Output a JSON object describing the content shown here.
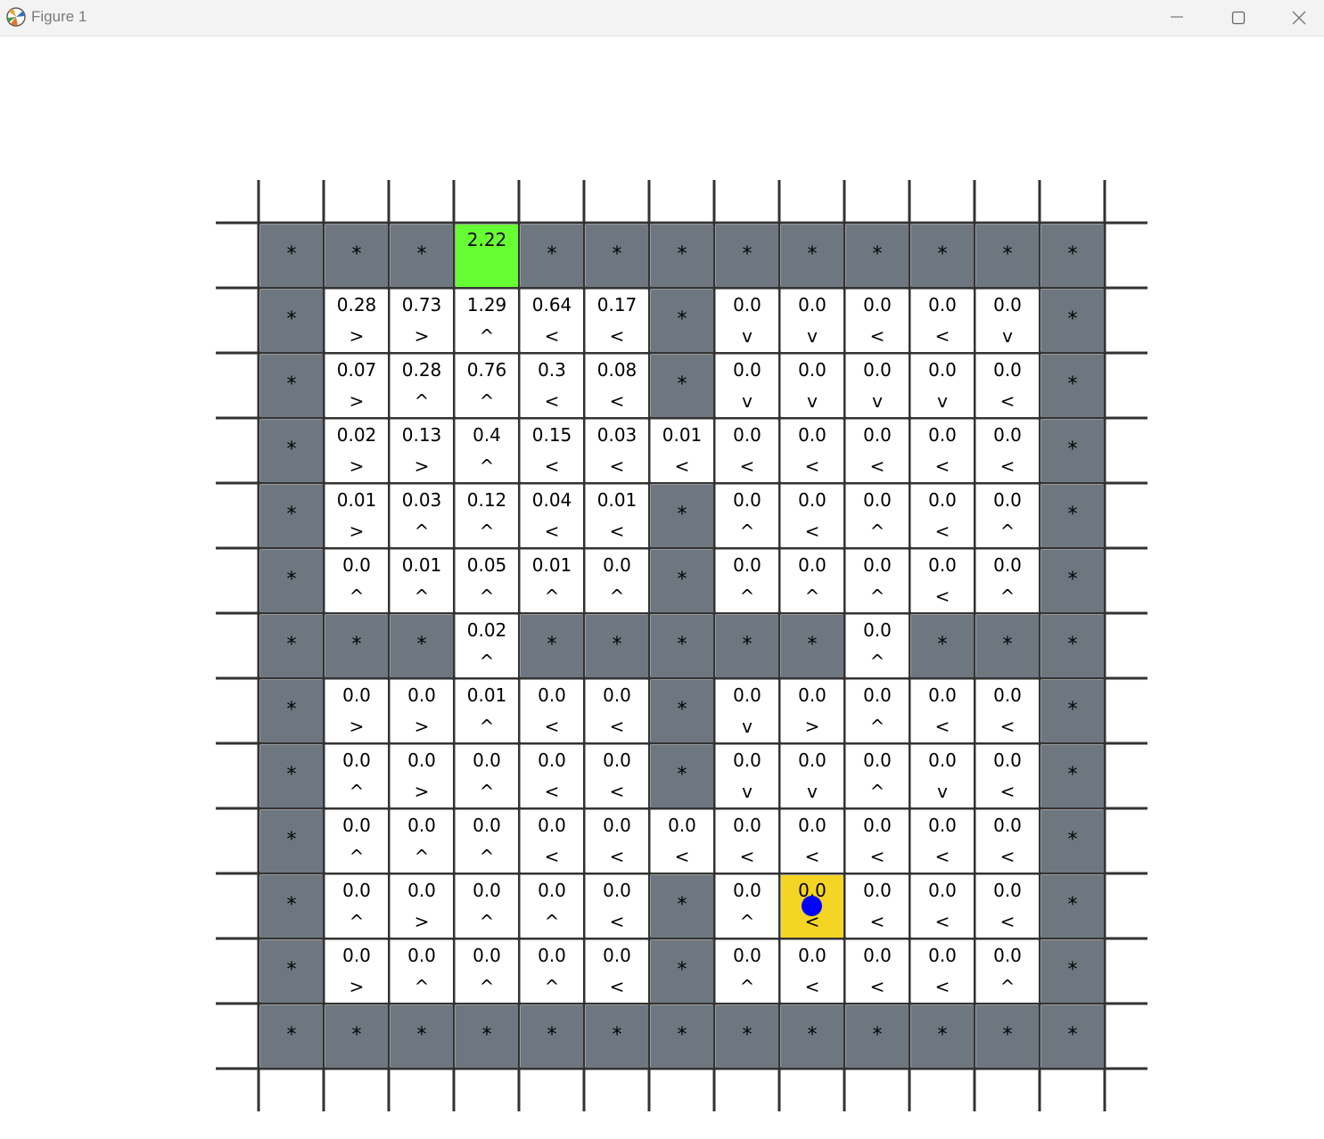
{
  "window": {
    "title": "Figure 1"
  },
  "icons": {
    "app": "matplotlib-icon",
    "minimize": "minimize-icon",
    "maximize": "maximize-icon",
    "close": "close-icon"
  },
  "colors": {
    "wall": "#6e7780",
    "goal": "#66ff33",
    "current": "#f5d523",
    "agent": "#0000ff",
    "grid_line": "#333333",
    "empty": "#ffffff"
  },
  "grid": {
    "rows": 13,
    "cols": 13,
    "agent": {
      "row": 10,
      "col": 8
    },
    "cells": [
      [
        {
          "t": "wall"
        },
        {
          "t": "wall"
        },
        {
          "t": "wall"
        },
        {
          "t": "goal",
          "v": "2.22"
        },
        {
          "t": "wall"
        },
        {
          "t": "wall"
        },
        {
          "t": "wall"
        },
        {
          "t": "wall"
        },
        {
          "t": "wall"
        },
        {
          "t": "wall"
        },
        {
          "t": "wall"
        },
        {
          "t": "wall"
        },
        {
          "t": "wall"
        }
      ],
      [
        {
          "t": "wall"
        },
        {
          "v": "0.28",
          "p": ">"
        },
        {
          "v": "0.73",
          "p": ">"
        },
        {
          "v": "1.29",
          "p": "^"
        },
        {
          "v": "0.64",
          "p": "<"
        },
        {
          "v": "0.17",
          "p": "<"
        },
        {
          "t": "wall"
        },
        {
          "v": "0.0",
          "p": "v"
        },
        {
          "v": "0.0",
          "p": "v"
        },
        {
          "v": "0.0",
          "p": "<"
        },
        {
          "v": "0.0",
          "p": "<"
        },
        {
          "v": "0.0",
          "p": "v"
        },
        {
          "t": "wall"
        }
      ],
      [
        {
          "t": "wall"
        },
        {
          "v": "0.07",
          "p": ">"
        },
        {
          "v": "0.28",
          "p": "^"
        },
        {
          "v": "0.76",
          "p": "^"
        },
        {
          "v": "0.3",
          "p": "<"
        },
        {
          "v": "0.08",
          "p": "<"
        },
        {
          "t": "wall"
        },
        {
          "v": "0.0",
          "p": "v"
        },
        {
          "v": "0.0",
          "p": "v"
        },
        {
          "v": "0.0",
          "p": "v"
        },
        {
          "v": "0.0",
          "p": "v"
        },
        {
          "v": "0.0",
          "p": "<"
        },
        {
          "t": "wall"
        }
      ],
      [
        {
          "t": "wall"
        },
        {
          "v": "0.02",
          "p": ">"
        },
        {
          "v": "0.13",
          "p": ">"
        },
        {
          "v": "0.4",
          "p": "^"
        },
        {
          "v": "0.15",
          "p": "<"
        },
        {
          "v": "0.03",
          "p": "<"
        },
        {
          "v": "0.01",
          "p": "<"
        },
        {
          "v": "0.0",
          "p": "<"
        },
        {
          "v": "0.0",
          "p": "<"
        },
        {
          "v": "0.0",
          "p": "<"
        },
        {
          "v": "0.0",
          "p": "<"
        },
        {
          "v": "0.0",
          "p": "<"
        },
        {
          "t": "wall"
        }
      ],
      [
        {
          "t": "wall"
        },
        {
          "v": "0.01",
          "p": ">"
        },
        {
          "v": "0.03",
          "p": "^"
        },
        {
          "v": "0.12",
          "p": "^"
        },
        {
          "v": "0.04",
          "p": "<"
        },
        {
          "v": "0.01",
          "p": "<"
        },
        {
          "t": "wall"
        },
        {
          "v": "0.0",
          "p": "^"
        },
        {
          "v": "0.0",
          "p": "<"
        },
        {
          "v": "0.0",
          "p": "^"
        },
        {
          "v": "0.0",
          "p": "<"
        },
        {
          "v": "0.0",
          "p": "^"
        },
        {
          "t": "wall"
        }
      ],
      [
        {
          "t": "wall"
        },
        {
          "v": "0.0",
          "p": "^"
        },
        {
          "v": "0.01",
          "p": "^"
        },
        {
          "v": "0.05",
          "p": "^"
        },
        {
          "v": "0.01",
          "p": "^"
        },
        {
          "v": "0.0",
          "p": "^"
        },
        {
          "t": "wall"
        },
        {
          "v": "0.0",
          "p": "^"
        },
        {
          "v": "0.0",
          "p": "^"
        },
        {
          "v": "0.0",
          "p": "^"
        },
        {
          "v": "0.0",
          "p": "<"
        },
        {
          "v": "0.0",
          "p": "^"
        },
        {
          "t": "wall"
        }
      ],
      [
        {
          "t": "wall"
        },
        {
          "t": "wall"
        },
        {
          "t": "wall"
        },
        {
          "v": "0.02",
          "p": "^"
        },
        {
          "t": "wall"
        },
        {
          "t": "wall"
        },
        {
          "t": "wall"
        },
        {
          "t": "wall"
        },
        {
          "t": "wall"
        },
        {
          "v": "0.0",
          "p": "^"
        },
        {
          "t": "wall"
        },
        {
          "t": "wall"
        },
        {
          "t": "wall"
        }
      ],
      [
        {
          "t": "wall"
        },
        {
          "v": "0.0",
          "p": ">"
        },
        {
          "v": "0.0",
          "p": ">"
        },
        {
          "v": "0.01",
          "p": "^"
        },
        {
          "v": "0.0",
          "p": "<"
        },
        {
          "v": "0.0",
          "p": "<"
        },
        {
          "t": "wall"
        },
        {
          "v": "0.0",
          "p": "v"
        },
        {
          "v": "0.0",
          "p": ">"
        },
        {
          "v": "0.0",
          "p": "^"
        },
        {
          "v": "0.0",
          "p": "<"
        },
        {
          "v": "0.0",
          "p": "<"
        },
        {
          "t": "wall"
        }
      ],
      [
        {
          "t": "wall"
        },
        {
          "v": "0.0",
          "p": "^"
        },
        {
          "v": "0.0",
          "p": ">"
        },
        {
          "v": "0.0",
          "p": "^"
        },
        {
          "v": "0.0",
          "p": "<"
        },
        {
          "v": "0.0",
          "p": "<"
        },
        {
          "t": "wall"
        },
        {
          "v": "0.0",
          "p": "v"
        },
        {
          "v": "0.0",
          "p": "v"
        },
        {
          "v": "0.0",
          "p": "^"
        },
        {
          "v": "0.0",
          "p": "v"
        },
        {
          "v": "0.0",
          "p": "<"
        },
        {
          "t": "wall"
        }
      ],
      [
        {
          "t": "wall"
        },
        {
          "v": "0.0",
          "p": "^"
        },
        {
          "v": "0.0",
          "p": "^"
        },
        {
          "v": "0.0",
          "p": "^"
        },
        {
          "v": "0.0",
          "p": "<"
        },
        {
          "v": "0.0",
          "p": "<"
        },
        {
          "v": "0.0",
          "p": "<"
        },
        {
          "v": "0.0",
          "p": "<"
        },
        {
          "v": "0.0",
          "p": "<"
        },
        {
          "v": "0.0",
          "p": "<"
        },
        {
          "v": "0.0",
          "p": "<"
        },
        {
          "v": "0.0",
          "p": "<"
        },
        {
          "t": "wall"
        }
      ],
      [
        {
          "t": "wall"
        },
        {
          "v": "0.0",
          "p": "^"
        },
        {
          "v": "0.0",
          "p": ">"
        },
        {
          "v": "0.0",
          "p": "^"
        },
        {
          "v": "0.0",
          "p": "^"
        },
        {
          "v": "0.0",
          "p": "<"
        },
        {
          "t": "wall"
        },
        {
          "v": "0.0",
          "p": "^"
        },
        {
          "t": "current",
          "v": "0.0",
          "p": "<"
        },
        {
          "v": "0.0",
          "p": "<"
        },
        {
          "v": "0.0",
          "p": "<"
        },
        {
          "v": "0.0",
          "p": "<"
        },
        {
          "t": "wall"
        }
      ],
      [
        {
          "t": "wall"
        },
        {
          "v": "0.0",
          "p": ">"
        },
        {
          "v": "0.0",
          "p": "^"
        },
        {
          "v": "0.0",
          "p": "^"
        },
        {
          "v": "0.0",
          "p": "^"
        },
        {
          "v": "0.0",
          "p": "<"
        },
        {
          "t": "wall"
        },
        {
          "v": "0.0",
          "p": "^"
        },
        {
          "v": "0.0",
          "p": "<"
        },
        {
          "v": "0.0",
          "p": "<"
        },
        {
          "v": "0.0",
          "p": "<"
        },
        {
          "v": "0.0",
          "p": "^"
        },
        {
          "t": "wall"
        }
      ],
      [
        {
          "t": "wall"
        },
        {
          "t": "wall"
        },
        {
          "t": "wall"
        },
        {
          "t": "wall"
        },
        {
          "t": "wall"
        },
        {
          "t": "wall"
        },
        {
          "t": "wall"
        },
        {
          "t": "wall"
        },
        {
          "t": "wall"
        },
        {
          "t": "wall"
        },
        {
          "t": "wall"
        },
        {
          "t": "wall"
        },
        {
          "t": "wall"
        }
      ]
    ],
    "wall_mark": "*"
  }
}
